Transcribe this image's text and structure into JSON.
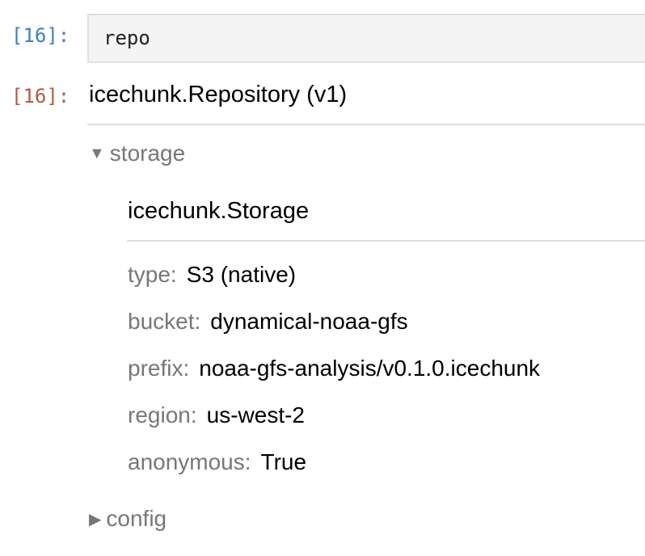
{
  "cell": {
    "input_prompt": "[16]:",
    "input_code": "repo",
    "output_prompt": "[16]:"
  },
  "repository": {
    "title": "icechunk.Repository (v1)",
    "sections": [
      {
        "label": "storage",
        "expanded": true,
        "toggle_icon": "▼"
      },
      {
        "label": "config",
        "expanded": false,
        "toggle_icon": "▶"
      }
    ]
  },
  "storage": {
    "title": "icechunk.Storage",
    "attributes": [
      {
        "key": "type:",
        "value": "S3 (native)"
      },
      {
        "key": "bucket:",
        "value": "dynamical-noaa-gfs"
      },
      {
        "key": "prefix:",
        "value": "noaa-gfs-analysis/v0.1.0.icechunk"
      },
      {
        "key": "region:",
        "value": "us-west-2"
      },
      {
        "key": "anonymous:",
        "value": "True"
      }
    ]
  },
  "colors": {
    "input_prompt": "#3f7fbf",
    "output_prompt": "#b05a3c",
    "key_text": "#777777",
    "cell_bg": "#f4f4f4"
  }
}
